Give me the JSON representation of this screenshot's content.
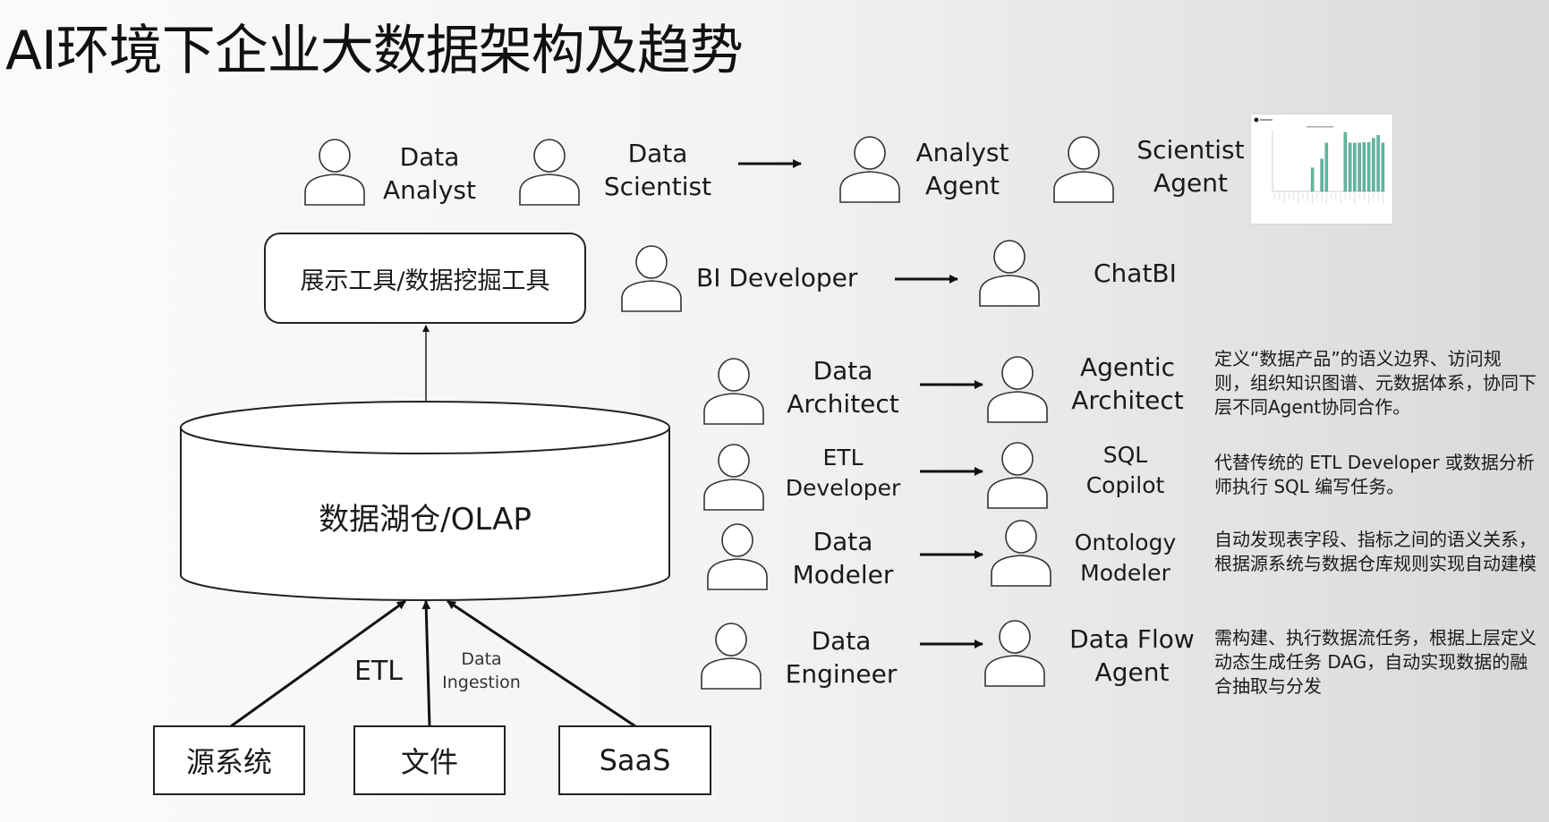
{
  "title": "AI环境下企业大数据架构及趋势",
  "top_row": {
    "roles": [
      {
        "line1": "Data",
        "line2": "Analyst"
      },
      {
        "line1": "Data",
        "line2": "Scientist"
      }
    ],
    "agents": [
      {
        "line1": "Analyst",
        "line2": "Agent"
      },
      {
        "line1": "Scientist",
        "line2": "Agent"
      }
    ],
    "thumbnail": {
      "icon": "bar-chart-thumbnail",
      "bar_color": "#5fb7a0",
      "relative_bar_heights": [
        0,
        0,
        0,
        0,
        0,
        0,
        0,
        0,
        0.4,
        0,
        0.55,
        0.82,
        0,
        0,
        0,
        1.0,
        0.82,
        0.82,
        0.82,
        0.83,
        0.83,
        0.9,
        0.95,
        0.82
      ]
    }
  },
  "tools_box": "展示工具/数据挖掘工具",
  "bi_row": {
    "role": "BI Developer",
    "agent": "ChatBI"
  },
  "warehouse": "数据湖仓/OLAP",
  "flow_labels": {
    "etl": "ETL",
    "ingestion_line1": "Data",
    "ingestion_line2": "Ingestion"
  },
  "sources": [
    "源系统",
    "文件",
    "SaaS"
  ],
  "transitions": [
    {
      "role": {
        "line1": "Data",
        "line2": "Architect"
      },
      "agent": {
        "line1": "Agentic",
        "line2": "Architect"
      },
      "description": "定义“数据产品”的语义边界、访问规则，组织知识图谱、元数据体系，协同下层不同Agent协同合作。"
    },
    {
      "role": {
        "line1": "ETL",
        "line2": "Developer"
      },
      "agent": {
        "line1": "SQL",
        "line2": "Copilot"
      },
      "description": "代替传统的 ETL Developer 或数据分析师执行 SQL 编写任务。"
    },
    {
      "role": {
        "line1": "Data",
        "line2": "Modeler"
      },
      "agent": {
        "line1": "Ontology",
        "line2": "Modeler"
      },
      "description": "自动发现表字段、指标之间的语义关系，根据源系统与数据仓库规则实现自动建模"
    },
    {
      "role": {
        "line1": "Data",
        "line2": "Engineer"
      },
      "agent": {
        "line1": "Data Flow",
        "line2": "Agent"
      },
      "description": "需构建、执行数据流任务，根据上层定义动态生成任务 DAG，自动实现数据的融合抽取与分发"
    }
  ]
}
